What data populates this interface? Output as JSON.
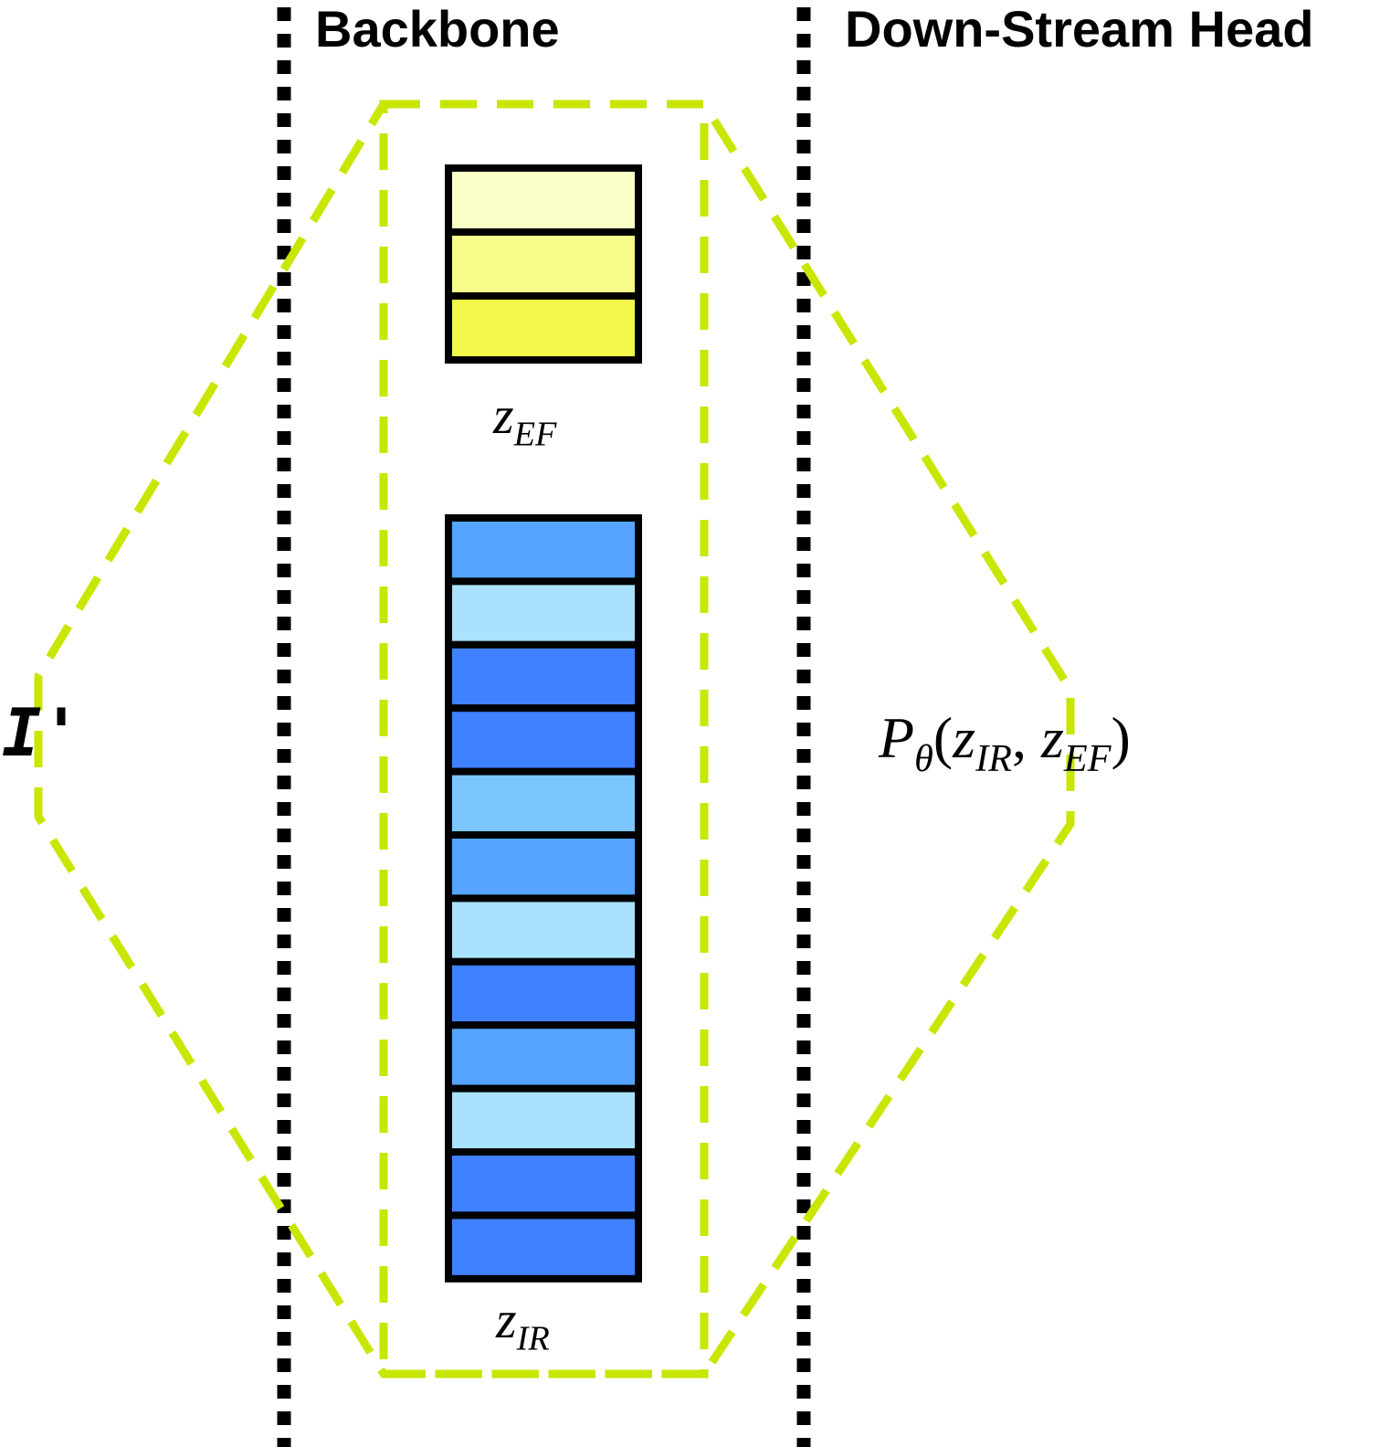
{
  "sections": {
    "backbone": "Backbone",
    "head": "Down-Stream Head"
  },
  "labels": {
    "input": "I'",
    "z_ef": {
      "base": "z",
      "sub": "EF"
    },
    "z_ir": {
      "base": "z",
      "sub": "IR"
    },
    "formula": {
      "func": "P",
      "func_sub": "θ",
      "open": "(",
      "arg1": "z",
      "arg1_sub": "IR",
      "sep": ", ",
      "arg2": "z",
      "arg2_sub": "EF",
      "close": ")"
    }
  },
  "colors": {
    "outline": "#c8e600",
    "divider": "#000000",
    "ef_cells": [
      "#faffc8",
      "#f7fb8a",
      "#f2f84a"
    ],
    "ir_cells": [
      "#55a4ff",
      "#a8e2fc",
      "#3f81ff",
      "#3f81ff",
      "#7cc6ff",
      "#55a4ff",
      "#a8e2fc",
      "#3f81ff",
      "#55a4ff",
      "#a8e2fc",
      "#3f81ff",
      "#3f81ff"
    ]
  }
}
